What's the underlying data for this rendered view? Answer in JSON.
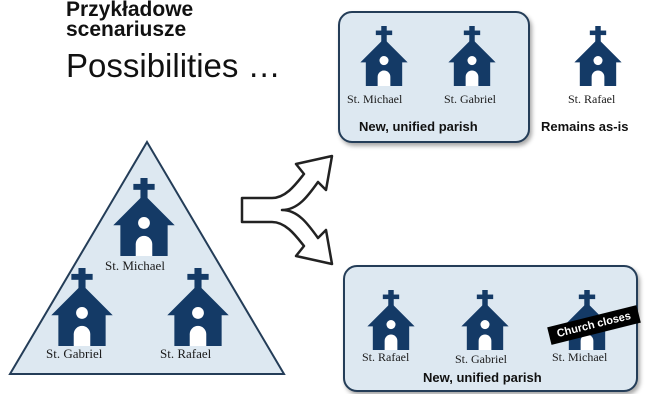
{
  "title_pl": "Przykładowe scenariusze",
  "title_en": "Possibilities …",
  "triangle": {
    "churches": [
      "St. Michael",
      "St. Gabriel",
      "St. Rafael"
    ]
  },
  "scenario1": {
    "box_churches": [
      "St. Michael",
      "St. Gabriel"
    ],
    "box_label": "New, unified parish",
    "outside_church": "St. Rafael",
    "outside_label": "Remains as-is"
  },
  "scenario2": {
    "box_churches": [
      "St. Rafael",
      "St. Gabriel",
      "St. Michael"
    ],
    "box_label": "New, unified parish",
    "closure_label": "Church closes"
  },
  "colors": {
    "church": "#143a66",
    "box_fill": "#dde8f1",
    "box_border": "#243d58"
  }
}
